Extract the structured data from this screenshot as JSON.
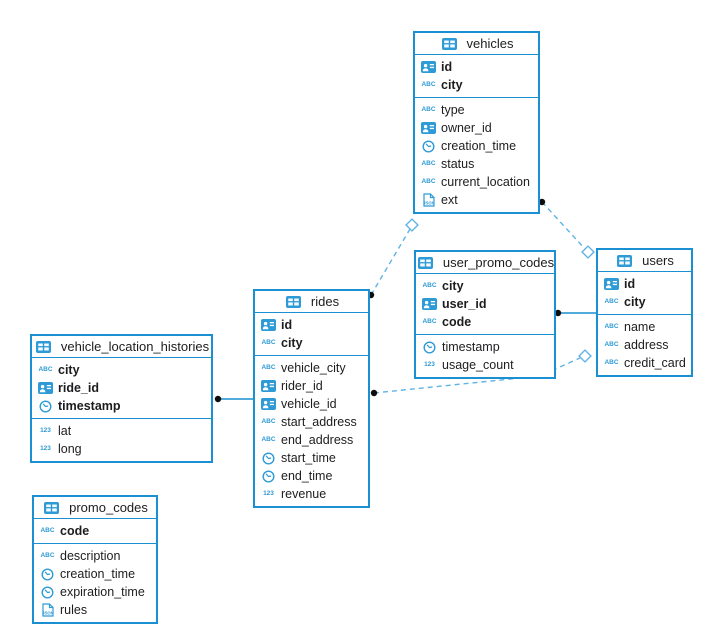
{
  "diagram": {
    "kind": "database-schema-er-diagram",
    "colors": {
      "border": "#1a8fd1",
      "icon_blue": "#2e9ad6",
      "dashed_line": "#5fb3e4",
      "solid_line": "#1a8fd1",
      "endpoint_dot": "#0d0d0d",
      "text": "#1d1d1f",
      "background": "#ffffff"
    },
    "icon_legend": {
      "table": "table-icon",
      "id": "id-badge-icon",
      "text": "abc-text-icon",
      "time": "clock-icon",
      "number": "number-123-icon",
      "json": "json-document-icon"
    },
    "tables": [
      {
        "id": "vehicles",
        "title": "vehicles",
        "primary_columns": [
          {
            "name": "id",
            "type": "id"
          },
          {
            "name": "city",
            "type": "text"
          }
        ],
        "columns": [
          {
            "name": "type",
            "type": "text"
          },
          {
            "name": "owner_id",
            "type": "id"
          },
          {
            "name": "creation_time",
            "type": "time"
          },
          {
            "name": "status",
            "type": "text"
          },
          {
            "name": "current_location",
            "type": "text"
          },
          {
            "name": "ext",
            "type": "json"
          }
        ]
      },
      {
        "id": "user_promo_codes",
        "title": "user_promo_codes",
        "primary_columns": [
          {
            "name": "city",
            "type": "text"
          },
          {
            "name": "user_id",
            "type": "id"
          },
          {
            "name": "code",
            "type": "text"
          }
        ],
        "columns": [
          {
            "name": "timestamp",
            "type": "time"
          },
          {
            "name": "usage_count",
            "type": "number"
          }
        ]
      },
      {
        "id": "users",
        "title": "users",
        "primary_columns": [
          {
            "name": "id",
            "type": "id"
          },
          {
            "name": "city",
            "type": "text"
          }
        ],
        "columns": [
          {
            "name": "name",
            "type": "text"
          },
          {
            "name": "address",
            "type": "text"
          },
          {
            "name": "credit_card",
            "type": "text"
          }
        ]
      },
      {
        "id": "rides",
        "title": "rides",
        "primary_columns": [
          {
            "name": "id",
            "type": "id"
          },
          {
            "name": "city",
            "type": "text"
          }
        ],
        "columns": [
          {
            "name": "vehicle_city",
            "type": "text"
          },
          {
            "name": "rider_id",
            "type": "id"
          },
          {
            "name": "vehicle_id",
            "type": "id"
          },
          {
            "name": "start_address",
            "type": "text"
          },
          {
            "name": "end_address",
            "type": "text"
          },
          {
            "name": "start_time",
            "type": "time"
          },
          {
            "name": "end_time",
            "type": "time"
          },
          {
            "name": "revenue",
            "type": "number"
          }
        ]
      },
      {
        "id": "vehicle_location_histories",
        "title": "vehicle_location_histories",
        "primary_columns": [
          {
            "name": "city",
            "type": "text"
          },
          {
            "name": "ride_id",
            "type": "id"
          },
          {
            "name": "timestamp",
            "type": "time"
          }
        ],
        "columns": [
          {
            "name": "lat",
            "type": "number"
          },
          {
            "name": "long",
            "type": "number"
          }
        ]
      },
      {
        "id": "promo_codes",
        "title": "promo_codes",
        "primary_columns": [
          {
            "name": "code",
            "type": "text"
          }
        ],
        "columns": [
          {
            "name": "description",
            "type": "text"
          },
          {
            "name": "creation_time",
            "type": "time"
          },
          {
            "name": "expiration_time",
            "type": "time"
          },
          {
            "name": "rules",
            "type": "json"
          }
        ]
      }
    ],
    "relations": [
      {
        "from": "vehicles",
        "to": "users",
        "line_style": "dashed"
      },
      {
        "from": "rides",
        "to": "vehicles",
        "line_style": "dashed"
      },
      {
        "from": "user_promo_codes",
        "to": "users",
        "line_style": "solid"
      },
      {
        "from": "rides",
        "to": "users",
        "line_style": "dashed"
      },
      {
        "from": "vehicle_location_histories",
        "to": "rides",
        "line_style": "solid"
      }
    ]
  }
}
